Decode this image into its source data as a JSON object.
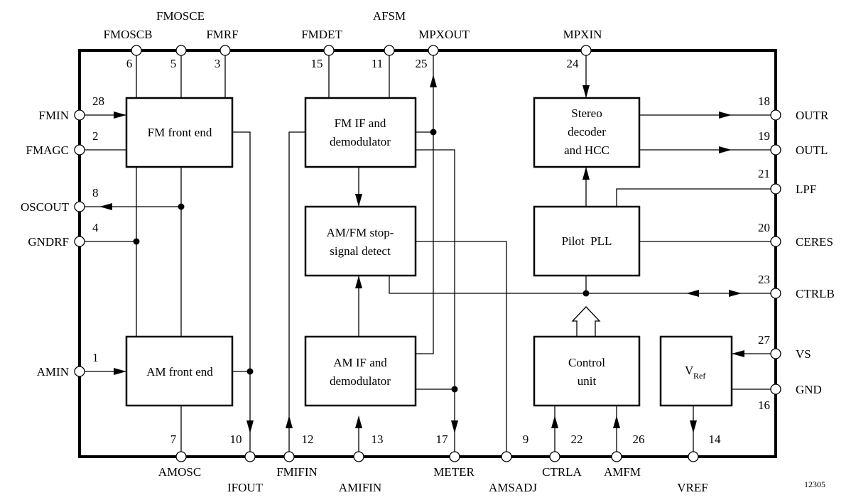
{
  "pins": {
    "fmoscb": {
      "name": "FMOSCB",
      "num": "6"
    },
    "fmosce": {
      "name": "FMOSCE",
      "num": "5"
    },
    "fmrf": {
      "name": "FMRF",
      "num": "3"
    },
    "fmdet": {
      "name": "FMDET",
      "num": "15"
    },
    "afsm": {
      "name": "AFSM",
      "num": "11"
    },
    "mpxout": {
      "name": "MPXOUT",
      "num": "25"
    },
    "mpxin": {
      "name": "MPXIN",
      "num": "24"
    },
    "fmin": {
      "name": "FMIN",
      "num": "28"
    },
    "fmagc": {
      "name": "FMAGC",
      "num": "2"
    },
    "oscout": {
      "name": "OSCOUT",
      "num": "8"
    },
    "gndrf": {
      "name": "GNDRF",
      "num": "4"
    },
    "amin": {
      "name": "AMIN",
      "num": "1"
    },
    "outr": {
      "name": "OUTR",
      "num": "18"
    },
    "outl": {
      "name": "OUTL",
      "num": "19"
    },
    "lpf": {
      "name": "LPF",
      "num": "21"
    },
    "ceres": {
      "name": "CERES",
      "num": "20"
    },
    "ctrlb": {
      "name": "CTRLB",
      "num": "23"
    },
    "vs": {
      "name": "VS",
      "num": "27"
    },
    "gnd": {
      "name": "GND",
      "num": "16"
    },
    "amosc": {
      "name": "AMOSC",
      "num": "7"
    },
    "ifout": {
      "name": "IFOUT",
      "num": "10"
    },
    "fmifin": {
      "name": "FMIFIN",
      "num": "12"
    },
    "amifin": {
      "name": "AMIFIN",
      "num": "13"
    },
    "meter": {
      "name": "METER",
      "num": "17"
    },
    "amsadj": {
      "name": "AMSADJ",
      "num": "9"
    },
    "ctrla": {
      "name": "CTRLA",
      "num": "22"
    },
    "amfm": {
      "name": "AMFM",
      "num": "26"
    },
    "vref": {
      "name": "VREF",
      "num": "14"
    }
  },
  "blocks": {
    "fm_front_end": [
      "FM front end"
    ],
    "fm_if": [
      "FM IF and",
      "demodulator"
    ],
    "stereo": [
      "Stereo",
      "decoder",
      "and HCC"
    ],
    "stop_signal": [
      "AM/FM stop-",
      "signal detect"
    ],
    "pilot_pll": [
      "Pilot  PLL"
    ],
    "am_front_end": [
      "AM front end"
    ],
    "am_if": [
      "AM IF and",
      "demodulator"
    ],
    "control_unit": [
      "Control",
      "unit"
    ],
    "vref_main": "V",
    "vref_sub": "Ref"
  },
  "figure_code": "12305"
}
